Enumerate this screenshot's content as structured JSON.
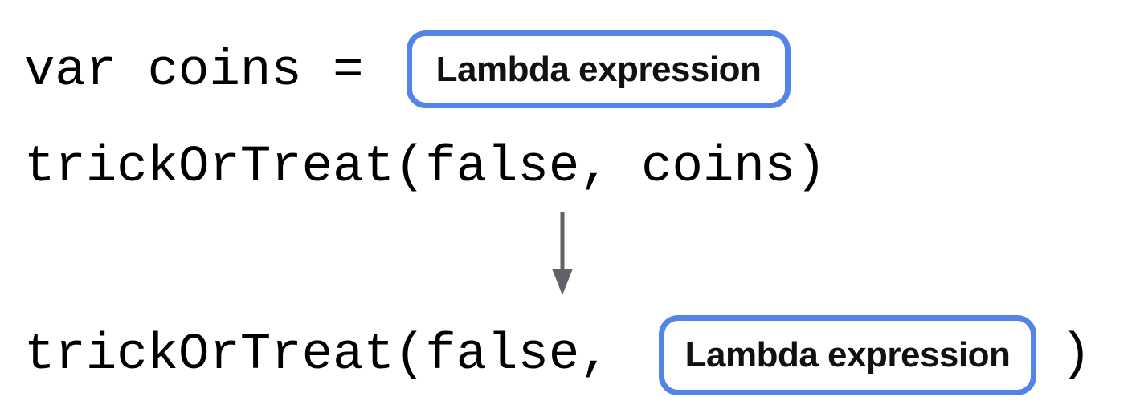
{
  "diagram": {
    "line1": {
      "code": "var coins =",
      "box_label": "Lambda expression"
    },
    "line2": {
      "code": "trickOrTreat(false, coins)"
    },
    "arrow": {
      "icon": "down-arrow",
      "direction": "down"
    },
    "line3": {
      "code_prefix": "trickOrTreat(false,",
      "box_label": "Lambda expression",
      "code_suffix": ")"
    },
    "colors": {
      "box_border": "#5484E8",
      "arrow": "#5F6368",
      "code_text": "#000000",
      "background": "#FFFFFF"
    }
  }
}
